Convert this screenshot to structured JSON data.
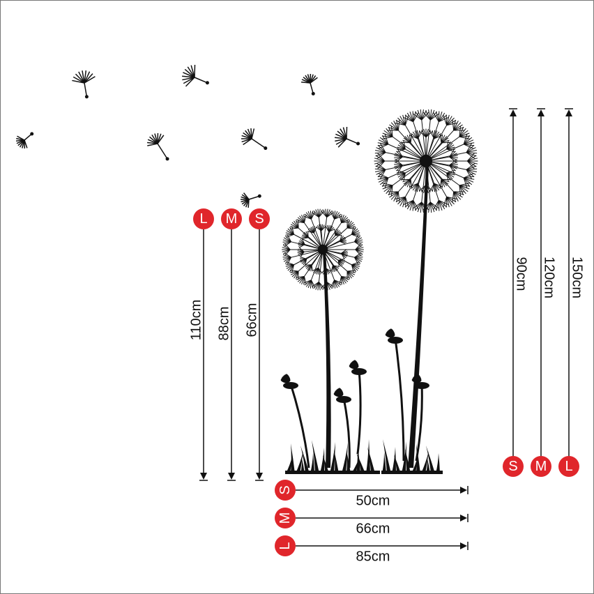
{
  "colors": {
    "badge": "#e0262b",
    "ink": "#111111"
  },
  "height_plant": [
    {
      "size": "L",
      "label": "110cm"
    },
    {
      "size": "M",
      "label": "88cm"
    },
    {
      "size": "S",
      "label": "66cm"
    }
  ],
  "height_total": [
    {
      "size": "S",
      "label": "90cm"
    },
    {
      "size": "M",
      "label": "120cm"
    },
    {
      "size": "L",
      "label": "150cm"
    }
  ],
  "width": [
    {
      "size": "S",
      "label": "50cm"
    },
    {
      "size": "M",
      "label": "66cm"
    },
    {
      "size": "L",
      "label": "85cm"
    }
  ]
}
